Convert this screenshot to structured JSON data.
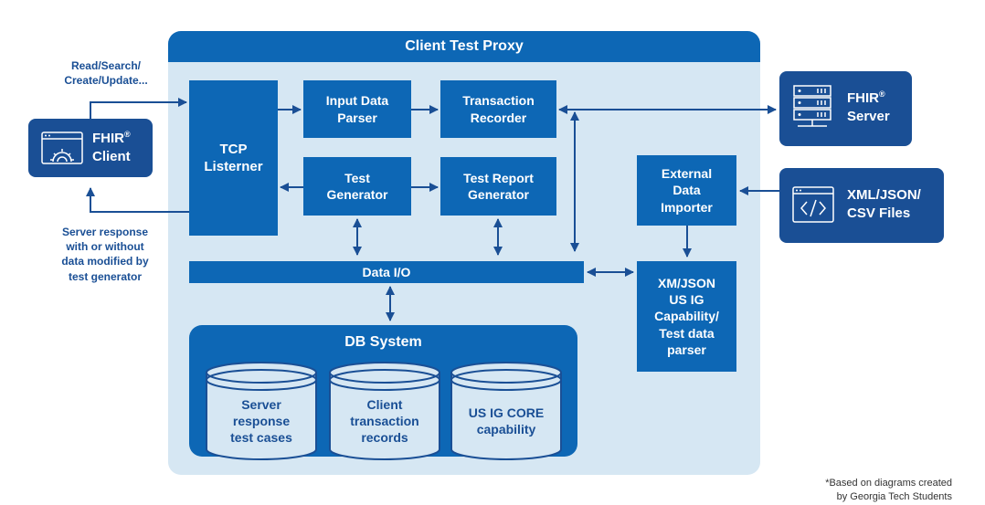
{
  "colors": {
    "primary": "#0d67b5",
    "dark": "#1a4f95",
    "panel": "#d6e7f3"
  },
  "proxy": {
    "title": "Client Test Proxy"
  },
  "boxes": {
    "tcp_listener": "TCP\nListerner",
    "input_parser": "Input Data\nParser",
    "transaction_recorder": "Transaction\nRecorder",
    "test_generator": "Test\nGenerator",
    "test_report_generator": "Test  Report\nGenerator",
    "data_io": "Data I/O",
    "external_importer": "External\nData\nImporter",
    "xml_parser": "XM/JSON\nUS IG\nCapability/\nTest data\nparser"
  },
  "db": {
    "title": "DB System",
    "cylinders": [
      "Server\nresponse\ntest cases",
      "Client\ntransaction\nrecords",
      "US IG CORE\ncapability"
    ]
  },
  "external": {
    "fhir_client": {
      "name": "FHIR",
      "sup": "®",
      "sub": "Client",
      "icon": "gear-window-icon"
    },
    "fhir_server": {
      "name": "FHIR",
      "sup": "®",
      "sub": "Server",
      "icon": "server-rack-icon"
    },
    "files": {
      "label": "XML/JSON/\nCSV Files",
      "icon": "code-window-icon"
    }
  },
  "labels": {
    "request": "Read/Search/\nCreate/Update...",
    "response": "Server response\nwith or without\ndata modified by\ntest generator"
  },
  "footnote": "*Based on diagrams created\nby Georgia Tech Students"
}
